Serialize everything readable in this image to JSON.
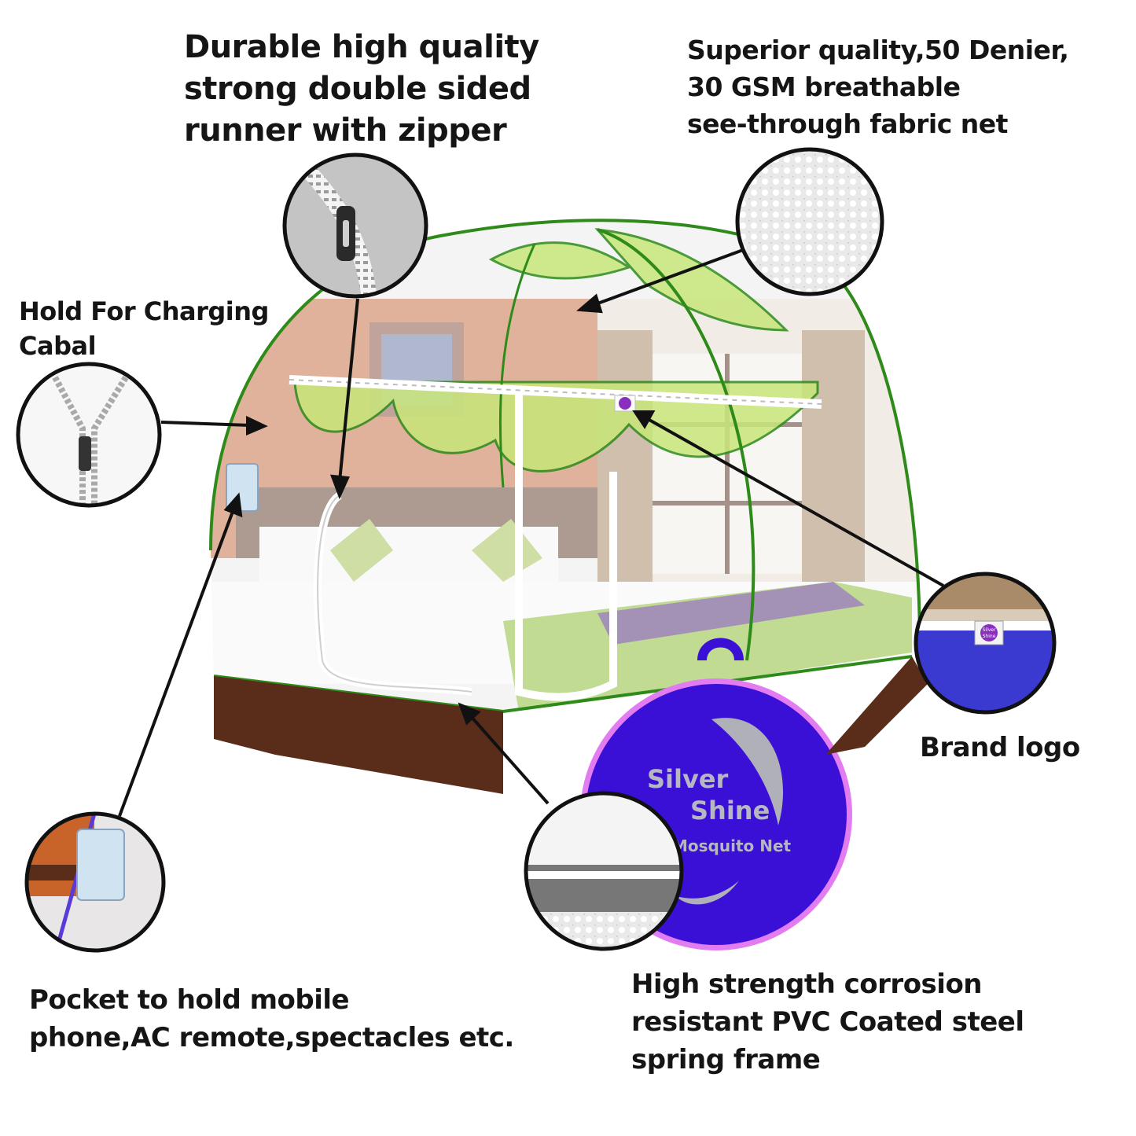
{
  "callouts": {
    "zipper": {
      "lines": [
        "Durable high quality",
        "strong double sided",
        "runner with zipper"
      ]
    },
    "fabric": {
      "lines": [
        "Superior quality,50 Denier,",
        "30 GSM breathable",
        "see-through fabric net"
      ]
    },
    "charging": {
      "lines": [
        "Hold For Charging",
        "Cabal"
      ]
    },
    "brand": {
      "text": "Brand logo"
    },
    "pocket": {
      "lines": [
        "Pocket to hold mobile",
        "phone,AC remote,spectacles etc."
      ]
    },
    "frame": {
      "lines": [
        "High strength corrosion",
        "resistant PVC Coated steel",
        "spring frame"
      ]
    }
  },
  "bag": {
    "brand_word1": "Silver",
    "brand_word2": "Shine",
    "product": "Mosquito Net"
  },
  "logo_tag": {
    "line1": "Silver",
    "line2": "Shine"
  },
  "colors": {
    "net_green": "#2e8b1a",
    "net_fill": "#c8e67a",
    "bag_blue": "#3a10d6",
    "bag_rim": "#e37cf0",
    "wall_orange": "#c8734a"
  }
}
